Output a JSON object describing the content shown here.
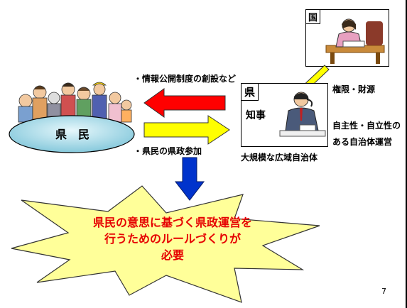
{
  "national": {
    "label": "国"
  },
  "prefecture": {
    "label": "県",
    "governor_label": "知事",
    "caption": "大規模な広域自治体"
  },
  "citizens": {
    "label": "県　民"
  },
  "arrows": {
    "upper_label": "・情報公開制度の創設など",
    "lower_label": "・県民の県政参加",
    "authority_label": "権限・財源"
  },
  "autonomy": {
    "line1": "自主性・自立性の",
    "line2": "ある自治体運営"
  },
  "burst": {
    "line1": "県民の意思に基づく県政運営を",
    "line2": "行うためのルールづくりが",
    "line3": "必要"
  },
  "page_number": "7",
  "colors": {
    "red_arrow": "#ff0000",
    "yellow_arrow": "#ffff00",
    "blue_arrow": "#0033cc",
    "burst_fill": "#ffff99",
    "burst_text": "#e60000"
  }
}
